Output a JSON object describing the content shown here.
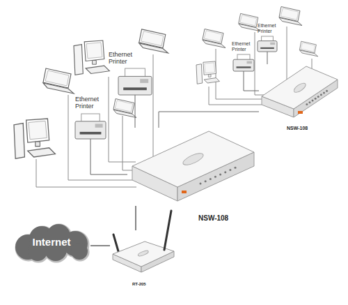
{
  "diagram": {
    "nodes": [
      {
        "text": [
          "Ethernet Printer"
        ]
      },
      {
        "text": [
          "Ethernet Printer"
        ]
      },
      {
        "text": [
          "Ethernet Printer"
        ]
      },
      {
        "text": [
          "NSW-108"
        ]
      },
      {
        "text": [
          "Ethernet Printer"
        ]
      },
      {
        "text": [
          "NSW-108"
        ]
      },
      {
        "text": [
          "Internet"
        ]
      },
      {
        "text": [
          "RT-205"
        ]
      }
    ],
    "edges": [
      {
        "from": 6,
        "to": 7,
        "arrow": "none"
      },
      {
        "from": 7,
        "to": 5,
        "arrow": "none"
      },
      {
        "from": 5,
        "to": 3,
        "arrow": "none"
      },
      {
        "from": 2,
        "to": 5,
        "arrow": "none"
      },
      {
        "from": 4,
        "to": 5,
        "arrow": "none"
      },
      {
        "from": 1,
        "to": 3,
        "arrow": "none"
      },
      {
        "from": 0,
        "to": 3,
        "arrow": "none"
      }
    ]
  }
}
